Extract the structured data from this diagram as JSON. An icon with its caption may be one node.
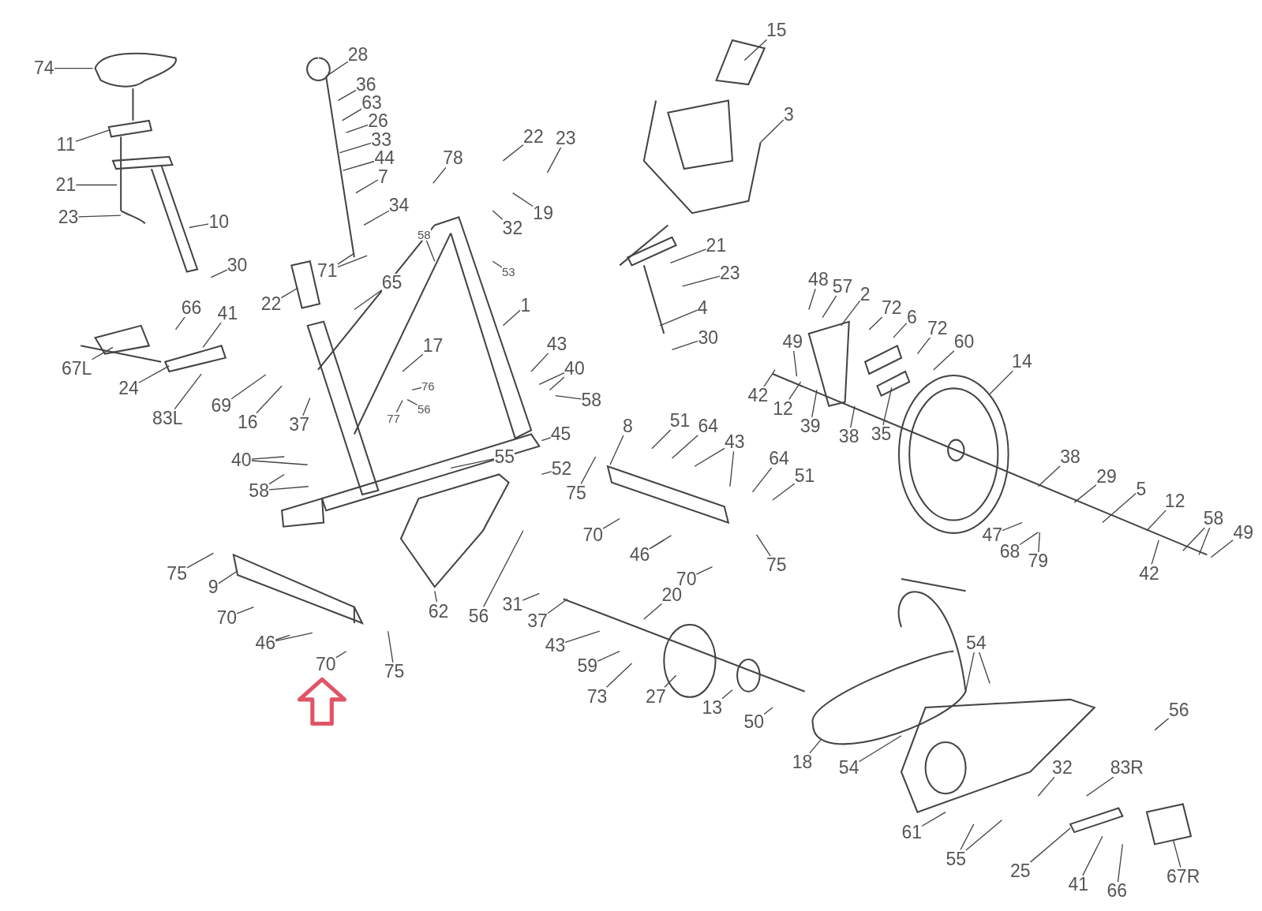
{
  "diagram": {
    "nodes": [
      {
        "text": [
          "74"
        ]
      },
      {
        "text": [
          "28"
        ]
      },
      {
        "text": [
          "36"
        ]
      },
      {
        "text": [
          "63"
        ]
      },
      {
        "text": [
          "26"
        ]
      },
      {
        "text": [
          "33"
        ]
      },
      {
        "text": [
          "44"
        ]
      },
      {
        "text": [
          "7"
        ]
      },
      {
        "text": [
          "34"
        ]
      },
      {
        "text": [
          "71"
        ]
      },
      {
        "text": [
          "11"
        ]
      },
      {
        "text": [
          "21"
        ]
      },
      {
        "text": [
          "23"
        ]
      },
      {
        "text": [
          "10"
        ]
      },
      {
        "text": [
          "30"
        ]
      },
      {
        "text": [
          "66"
        ]
      },
      {
        "text": [
          "41"
        ]
      },
      {
        "text": [
          "67L"
        ]
      },
      {
        "text": [
          "24"
        ]
      },
      {
        "text": [
          "83L"
        ]
      },
      {
        "text": [
          "69"
        ]
      },
      {
        "text": [
          "16"
        ]
      },
      {
        "text": [
          "37"
        ]
      },
      {
        "text": [
          "22"
        ]
      },
      {
        "text": [
          "65"
        ]
      },
      {
        "text": [
          "22"
        ]
      },
      {
        "text": [
          "23"
        ]
      },
      {
        "text": [
          "78"
        ]
      },
      {
        "text": [
          "19"
        ]
      },
      {
        "text": [
          "32"
        ]
      },
      {
        "text": [
          "58"
        ]
      },
      {
        "text": [
          "53"
        ]
      },
      {
        "text": [
          "1"
        ]
      },
      {
        "text": [
          "17"
        ]
      },
      {
        "text": [
          "76"
        ]
      },
      {
        "text": [
          "56"
        ]
      },
      {
        "text": [
          "77"
        ]
      },
      {
        "text": [
          "43"
        ]
      },
      {
        "text": [
          "40"
        ]
      },
      {
        "text": [
          "58"
        ]
      },
      {
        "text": [
          "45"
        ]
      },
      {
        "text": [
          "52"
        ]
      },
      {
        "text": [
          "55"
        ]
      },
      {
        "text": [
          "40"
        ]
      },
      {
        "text": [
          "58"
        ]
      },
      {
        "text": [
          "75"
        ]
      },
      {
        "text": [
          "8"
        ]
      },
      {
        "text": [
          "51"
        ]
      },
      {
        "text": [
          "64"
        ]
      },
      {
        "text": [
          "43"
        ]
      },
      {
        "text": [
          "64"
        ]
      },
      {
        "text": [
          "51"
        ]
      },
      {
        "text": [
          "70"
        ]
      },
      {
        "text": [
          "46"
        ]
      },
      {
        "text": [
          "70"
        ]
      },
      {
        "text": [
          "75"
        ]
      },
      {
        "text": [
          "15"
        ]
      },
      {
        "text": [
          "3"
        ]
      },
      {
        "text": [
          "21"
        ]
      },
      {
        "text": [
          "23"
        ]
      },
      {
        "text": [
          "4"
        ]
      },
      {
        "text": [
          "30"
        ]
      },
      {
        "text": [
          "48"
        ]
      },
      {
        "text": [
          "57"
        ]
      },
      {
        "text": [
          "2"
        ]
      },
      {
        "text": [
          "72"
        ]
      },
      {
        "text": [
          "6"
        ]
      },
      {
        "text": [
          "72"
        ]
      },
      {
        "text": [
          "60"
        ]
      },
      {
        "text": [
          "14"
        ]
      },
      {
        "text": [
          "49"
        ]
      },
      {
        "text": [
          "42"
        ]
      },
      {
        "text": [
          "12"
        ]
      },
      {
        "text": [
          "39"
        ]
      },
      {
        "text": [
          "38"
        ]
      },
      {
        "text": [
          "35"
        ]
      },
      {
        "text": [
          "38"
        ]
      },
      {
        "text": [
          "29"
        ]
      },
      {
        "text": [
          "5"
        ]
      },
      {
        "text": [
          "12"
        ]
      },
      {
        "text": [
          "58"
        ]
      },
      {
        "text": [
          "49"
        ]
      },
      {
        "text": [
          "47"
        ]
      },
      {
        "text": [
          "68"
        ]
      },
      {
        "text": [
          "79"
        ]
      },
      {
        "text": [
          "42"
        ]
      },
      {
        "text": [
          "75"
        ]
      },
      {
        "text": [
          "9"
        ]
      },
      {
        "text": [
          "70"
        ]
      },
      {
        "text": [
          "46"
        ]
      },
      {
        "text": [
          "70"
        ]
      },
      {
        "text": [
          "75"
        ]
      },
      {
        "text": [
          "62"
        ]
      },
      {
        "text": [
          "56"
        ]
      },
      {
        "text": [
          "31"
        ]
      },
      {
        "text": [
          "37"
        ]
      },
      {
        "text": [
          "20"
        ]
      },
      {
        "text": [
          "43"
        ]
      },
      {
        "text": [
          "59"
        ]
      },
      {
        "text": [
          "73"
        ]
      },
      {
        "text": [
          "27"
        ]
      },
      {
        "text": [
          "13"
        ]
      },
      {
        "text": [
          "50"
        ]
      },
      {
        "text": [
          "54"
        ]
      },
      {
        "text": [
          "54"
        ]
      },
      {
        "text": [
          "18"
        ]
      },
      {
        "text": [
          "56"
        ]
      },
      {
        "text": [
          "32"
        ]
      },
      {
        "text": [
          "83R"
        ]
      },
      {
        "text": [
          "61"
        ]
      },
      {
        "text": [
          "55"
        ]
      },
      {
        "text": [
          "25"
        ]
      },
      {
        "text": [
          "41"
        ]
      },
      {
        "text": [
          "66"
        ]
      },
      {
        "text": [
          "67R"
        ]
      }
    ],
    "edges": [
      {
        "from": 0,
        "to": null,
        "arrow": "none"
      },
      {
        "from": 1,
        "to": null,
        "arrow": "none"
      },
      {
        "from": 2,
        "to": null,
        "arrow": "none"
      },
      {
        "from": 3,
        "to": null,
        "arrow": "none"
      },
      {
        "from": 4,
        "to": null,
        "arrow": "none"
      },
      {
        "from": 5,
        "to": null,
        "arrow": "none"
      },
      {
        "from": 6,
        "to": null,
        "arrow": "none"
      },
      {
        "from": 7,
        "to": null,
        "arrow": "none"
      },
      {
        "from": 8,
        "to": null,
        "arrow": "none"
      },
      {
        "from": 9,
        "to": null,
        "arrow": "none"
      },
      {
        "from": 9,
        "to": null,
        "arrow": "none"
      },
      {
        "from": 10,
        "to": null,
        "arrow": "none"
      },
      {
        "from": 11,
        "to": null,
        "arrow": "none"
      },
      {
        "from": 12,
        "to": null,
        "arrow": "none"
      },
      {
        "from": 13,
        "to": null,
        "arrow": "none"
      },
      {
        "from": 14,
        "to": null,
        "arrow": "none"
      },
      {
        "from": 15,
        "to": null,
        "arrow": "none"
      },
      {
        "from": 16,
        "to": null,
        "arrow": "none"
      },
      {
        "from": 17,
        "to": null,
        "arrow": "none"
      },
      {
        "from": 18,
        "to": null,
        "arrow": "none"
      },
      {
        "from": 19,
        "to": null,
        "arrow": "none"
      },
      {
        "from": 20,
        "to": null,
        "arrow": "none"
      },
      {
        "from": 21,
        "to": null,
        "arrow": "none"
      },
      {
        "from": 22,
        "to": null,
        "arrow": "none"
      },
      {
        "from": 23,
        "to": null,
        "arrow": "none"
      },
      {
        "from": 24,
        "to": null,
        "arrow": "none"
      },
      {
        "from": 25,
        "to": null,
        "arrow": "none"
      },
      {
        "from": 26,
        "to": null,
        "arrow": "none"
      },
      {
        "from": 27,
        "to": null,
        "arrow": "none"
      },
      {
        "from": 28,
        "to": null,
        "arrow": "none"
      },
      {
        "from": 29,
        "to": null,
        "arrow": "none"
      },
      {
        "from": 30,
        "to": null,
        "arrow": "none"
      },
      {
        "from": 31,
        "to": null,
        "arrow": "none"
      },
      {
        "from": 32,
        "to": null,
        "arrow": "none"
      },
      {
        "from": 33,
        "to": null,
        "arrow": "none"
      },
      {
        "from": 34,
        "to": null,
        "arrow": "none"
      },
      {
        "from": 35,
        "to": null,
        "arrow": "none"
      },
      {
        "from": 36,
        "to": null,
        "arrow": "none"
      },
      {
        "from": 37,
        "to": null,
        "arrow": "none"
      },
      {
        "from": 38,
        "to": null,
        "arrow": "none"
      },
      {
        "from": 38,
        "to": null,
        "arrow": "none"
      },
      {
        "from": 39,
        "to": null,
        "arrow": "none"
      },
      {
        "from": 40,
        "to": null,
        "arrow": "none"
      },
      {
        "from": 41,
        "to": null,
        "arrow": "none"
      },
      {
        "from": 42,
        "to": null,
        "arrow": "none"
      },
      {
        "from": 43,
        "to": null,
        "arrow": "none"
      },
      {
        "from": 43,
        "to": null,
        "arrow": "none"
      },
      {
        "from": 44,
        "to": null,
        "arrow": "none"
      },
      {
        "from": 44,
        "to": null,
        "arrow": "none"
      },
      {
        "from": 45,
        "to": null,
        "arrow": "none"
      },
      {
        "from": 46,
        "to": null,
        "arrow": "none"
      },
      {
        "from": 47,
        "to": null,
        "arrow": "none"
      },
      {
        "from": 48,
        "to": null,
        "arrow": "none"
      },
      {
        "from": 49,
        "to": null,
        "arrow": "none"
      },
      {
        "from": 49,
        "to": null,
        "arrow": "none"
      },
      {
        "from": 50,
        "to": null,
        "arrow": "none"
      },
      {
        "from": 51,
        "to": null,
        "arrow": "none"
      },
      {
        "from": 52,
        "to": null,
        "arrow": "none"
      },
      {
        "from": 53,
        "to": null,
        "arrow": "none"
      },
      {
        "from": 53,
        "to": null,
        "arrow": "none"
      },
      {
        "from": 54,
        "to": null,
        "arrow": "none"
      },
      {
        "from": 55,
        "to": null,
        "arrow": "none"
      },
      {
        "from": 56,
        "to": null,
        "arrow": "none"
      },
      {
        "from": 57,
        "to": null,
        "arrow": "none"
      },
      {
        "from": 58,
        "to": null,
        "arrow": "none"
      },
      {
        "from": 59,
        "to": null,
        "arrow": "none"
      },
      {
        "from": 60,
        "to": null,
        "arrow": "none"
      },
      {
        "from": 61,
        "to": null,
        "arrow": "none"
      },
      {
        "from": 62,
        "to": null,
        "arrow": "none"
      },
      {
        "from": 63,
        "to": null,
        "arrow": "none"
      },
      {
        "from": 64,
        "to": null,
        "arrow": "none"
      },
      {
        "from": 65,
        "to": null,
        "arrow": "none"
      },
      {
        "from": 66,
        "to": null,
        "arrow": "none"
      },
      {
        "from": 67,
        "to": null,
        "arrow": "none"
      },
      {
        "from": 68,
        "to": null,
        "arrow": "none"
      },
      {
        "from": 69,
        "to": null,
        "arrow": "none"
      },
      {
        "from": 70,
        "to": null,
        "arrow": "none"
      },
      {
        "from": 71,
        "to": null,
        "arrow": "none"
      },
      {
        "from": 72,
        "to": null,
        "arrow": "none"
      },
      {
        "from": 73,
        "to": null,
        "arrow": "none"
      },
      {
        "from": 74,
        "to": null,
        "arrow": "none"
      },
      {
        "from": 75,
        "to": null,
        "arrow": "none"
      },
      {
        "from": 76,
        "to": null,
        "arrow": "none"
      },
      {
        "from": 77,
        "to": null,
        "arrow": "none"
      },
      {
        "from": 78,
        "to": null,
        "arrow": "none"
      },
      {
        "from": 79,
        "to": null,
        "arrow": "none"
      },
      {
        "from": 80,
        "to": null,
        "arrow": "none"
      },
      {
        "from": 80,
        "to": null,
        "arrow": "none"
      },
      {
        "from": 81,
        "to": null,
        "arrow": "none"
      },
      {
        "from": 82,
        "to": null,
        "arrow": "none"
      },
      {
        "from": 83,
        "to": null,
        "arrow": "none"
      },
      {
        "from": 84,
        "to": null,
        "arrow": "none"
      },
      {
        "from": 85,
        "to": null,
        "arrow": "none"
      },
      {
        "from": 86,
        "to": null,
        "arrow": "none"
      },
      {
        "from": 87,
        "to": null,
        "arrow": "none"
      },
      {
        "from": 88,
        "to": null,
        "arrow": "none"
      },
      {
        "from": 89,
        "to": null,
        "arrow": "none"
      },
      {
        "from": 89,
        "to": null,
        "arrow": "none"
      },
      {
        "from": 90,
        "to": null,
        "arrow": "none"
      },
      {
        "from": 91,
        "to": null,
        "arrow": "none"
      },
      {
        "from": 92,
        "to": null,
        "arrow": "none"
      },
      {
        "from": 93,
        "to": null,
        "arrow": "none"
      },
      {
        "from": 94,
        "to": null,
        "arrow": "none"
      },
      {
        "from": 95,
        "to": null,
        "arrow": "none"
      },
      {
        "from": 96,
        "to": null,
        "arrow": "none"
      },
      {
        "from": 97,
        "to": null,
        "arrow": "none"
      },
      {
        "from": 98,
        "to": null,
        "arrow": "none"
      },
      {
        "from": 99,
        "to": null,
        "arrow": "none"
      },
      {
        "from": 100,
        "to": null,
        "arrow": "none"
      },
      {
        "from": 101,
        "to": null,
        "arrow": "none"
      },
      {
        "from": 102,
        "to": null,
        "arrow": "none"
      },
      {
        "from": 103,
        "to": null,
        "arrow": "none"
      },
      {
        "from": 103,
        "to": null,
        "arrow": "none"
      },
      {
        "from": 104,
        "to": null,
        "arrow": "none"
      },
      {
        "from": 105,
        "to": null,
        "arrow": "none"
      },
      {
        "from": 106,
        "to": null,
        "arrow": "none"
      },
      {
        "from": 107,
        "to": null,
        "arrow": "none"
      },
      {
        "from": 108,
        "to": null,
        "arrow": "none"
      },
      {
        "from": 109,
        "to": null,
        "arrow": "none"
      },
      {
        "from": 110,
        "to": null,
        "arrow": "none"
      },
      {
        "from": 110,
        "to": null,
        "arrow": "none"
      },
      {
        "from": 111,
        "to": null,
        "arrow": "none"
      },
      {
        "from": 112,
        "to": null,
        "arrow": "none"
      },
      {
        "from": 113,
        "to": null,
        "arrow": "none"
      },
      {
        "from": 114,
        "to": null,
        "arrow": "none"
      }
    ]
  }
}
